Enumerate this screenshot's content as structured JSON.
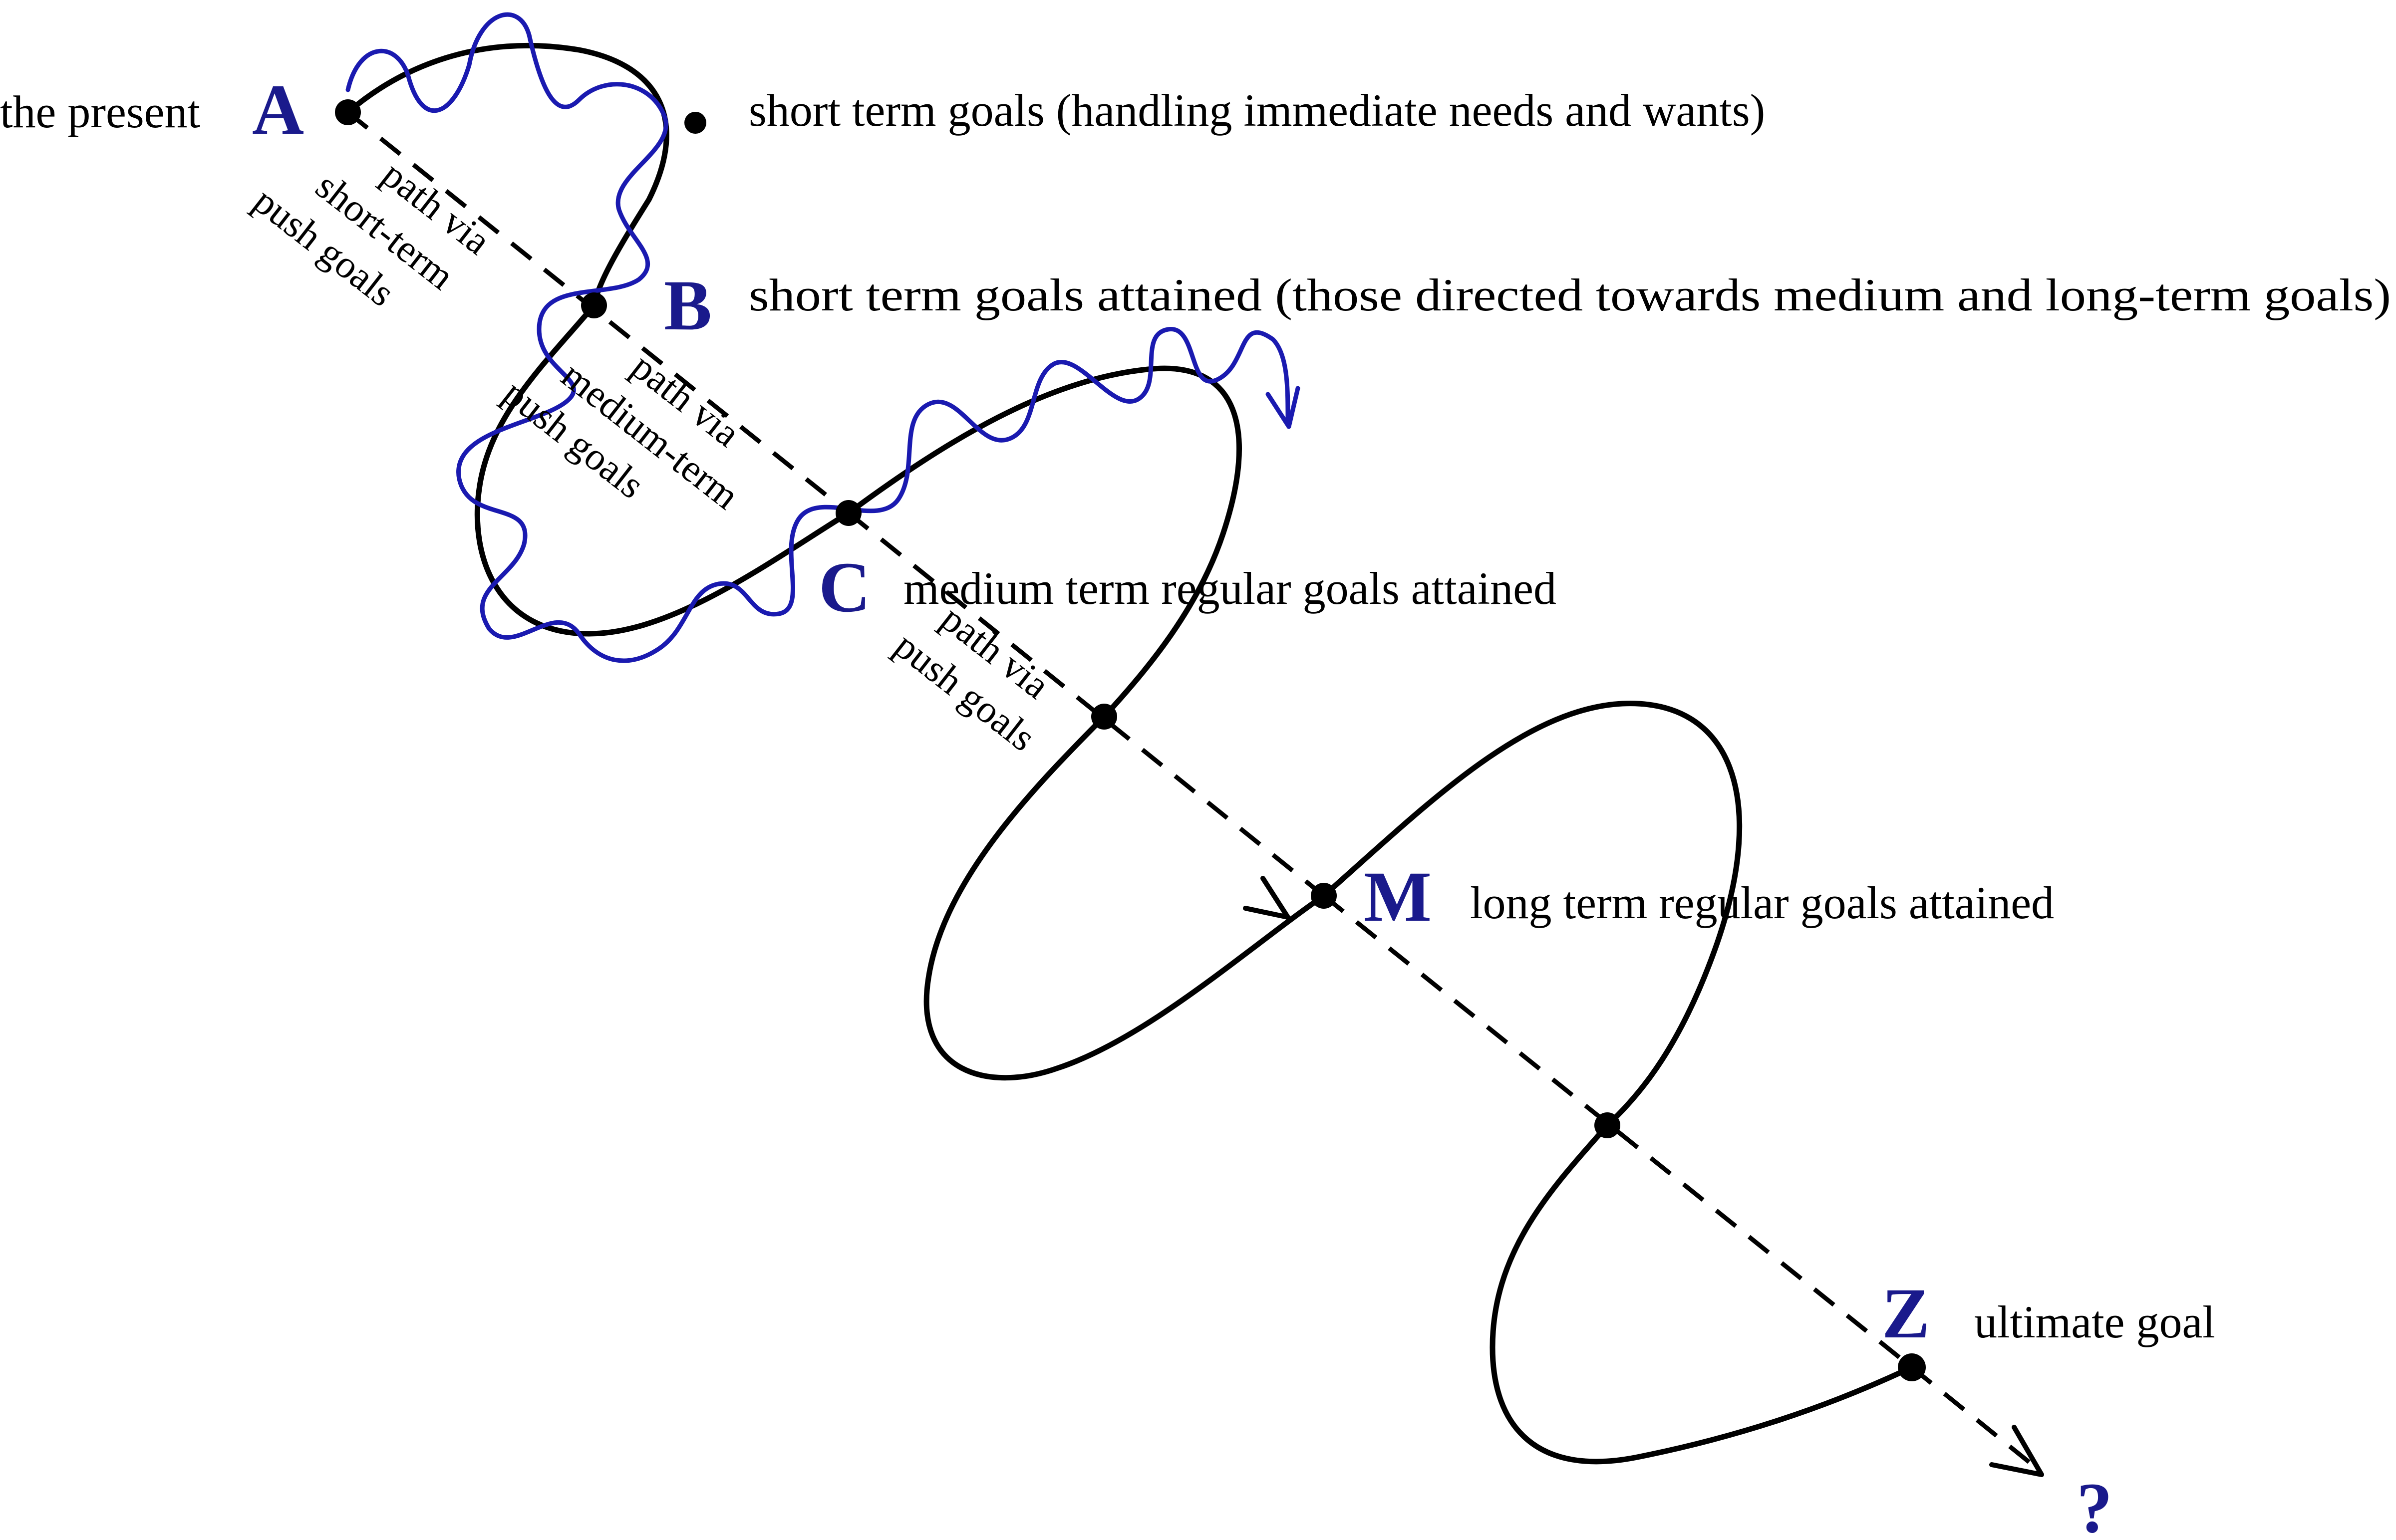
{
  "colors": {
    "letter": "#1a1a8c",
    "wavy": "#1a1ab0",
    "loop": "#000000",
    "dashed": "#000000",
    "background": "#ffffff"
  },
  "points": {
    "A": {
      "letter": "A",
      "left_text": "the present"
    },
    "B": {
      "letter": "B"
    },
    "C": {
      "letter": "C"
    },
    "M": {
      "letter": "M"
    },
    "Z": {
      "letter": "Z"
    },
    "question": {
      "letter": "?"
    }
  },
  "descriptions": {
    "short_term": "short term goals (handling immediate needs and wants)",
    "short_term_attained": "short term goals attained (those directed towards medium and long-term goals)",
    "medium_term_attained": "medium term regular goals attained",
    "long_term_attained": "long term regular goals attained",
    "ultimate": "ultimate goal"
  },
  "path_labels": {
    "short_term_push": [
      "path via",
      "short-term",
      "push goals"
    ],
    "medium_term_push": [
      "path via",
      "medium-term",
      "push goals"
    ],
    "push": [
      "path via",
      "push goals"
    ]
  },
  "icons": {
    "wavy_arrowhead": "arrowhead-icon",
    "dashed_arrowhead": "arrowhead-icon"
  }
}
